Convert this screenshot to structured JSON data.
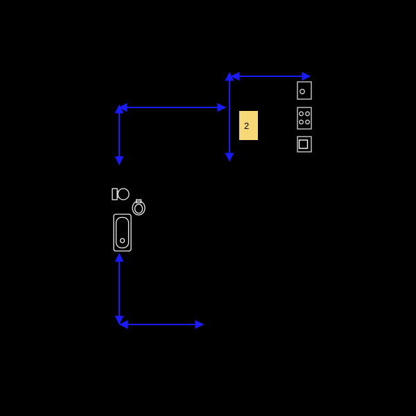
{
  "canvas": {
    "background_color": "#000000"
  },
  "room": {
    "label": "2",
    "fill_color": "#f7d877"
  },
  "dimensions": {
    "color": "#1a1aff",
    "lines": [
      {
        "name": "dim-top-width"
      },
      {
        "name": "dim-upper-right-height"
      },
      {
        "name": "dim-middle-width"
      },
      {
        "name": "dim-upper-left-height"
      },
      {
        "name": "dim-lower-left-height"
      },
      {
        "name": "dim-bottom-width"
      }
    ]
  },
  "fixtures": {
    "stroke_color": "#d9d9d9",
    "items": [
      {
        "name": "kitchen-upper-cabinet"
      },
      {
        "name": "stove-four-burners"
      },
      {
        "name": "kitchen-sink-cabinet"
      },
      {
        "name": "toilet"
      },
      {
        "name": "washbasin"
      },
      {
        "name": "bathtub"
      }
    ]
  }
}
